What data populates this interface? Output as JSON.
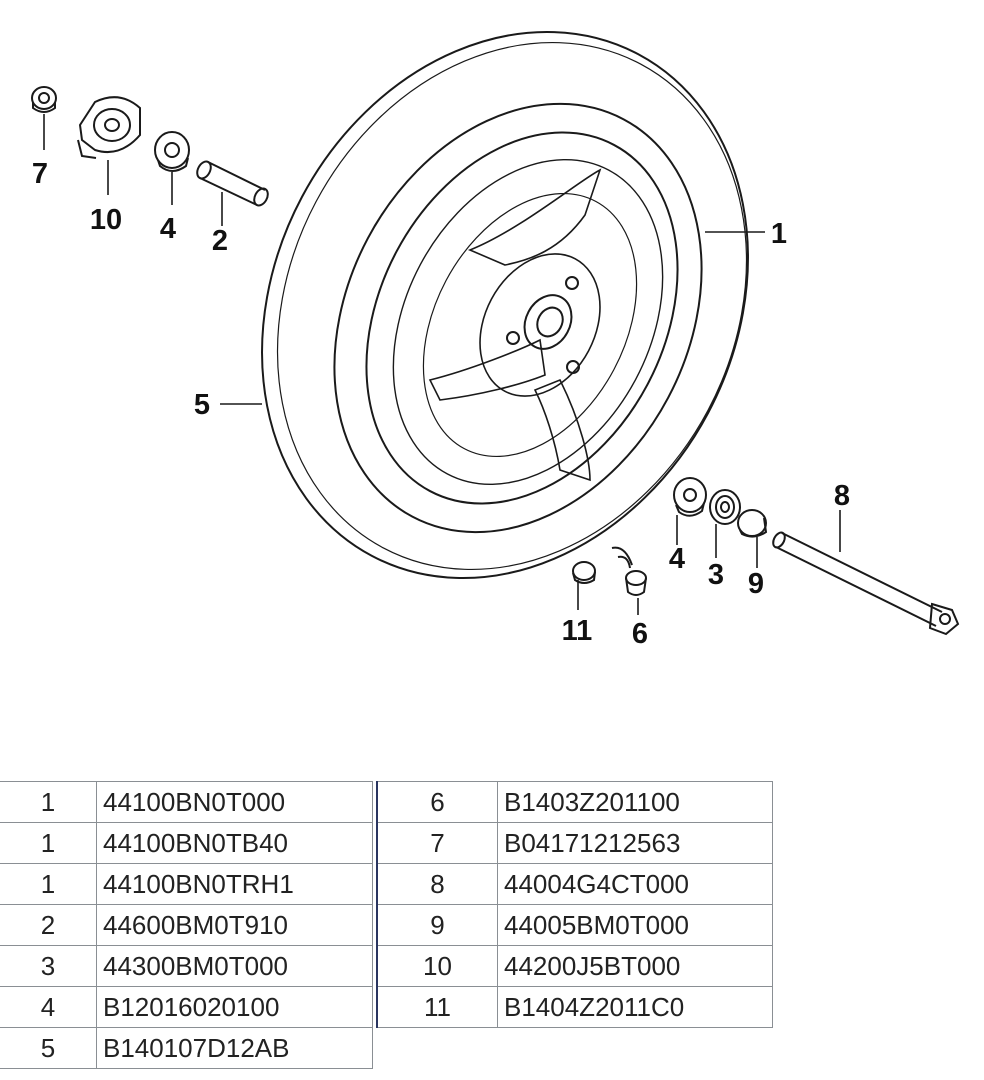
{
  "diagram": {
    "callouts": [
      {
        "label": "1"
      },
      {
        "label": "2"
      },
      {
        "label": "3"
      },
      {
        "label": "4"
      },
      {
        "label": "4"
      },
      {
        "label": "5"
      },
      {
        "label": "6"
      },
      {
        "label": "7"
      },
      {
        "label": "8"
      },
      {
        "label": "9"
      },
      {
        "label": "10"
      },
      {
        "label": "11"
      }
    ]
  },
  "parts_table": {
    "left": [
      {
        "no": "1",
        "part": "44100BN0T000"
      },
      {
        "no": "1",
        "part": "44100BN0TB40"
      },
      {
        "no": "1",
        "part": "44100BN0TRH1"
      },
      {
        "no": "2",
        "part": "44600BM0T910"
      },
      {
        "no": "3",
        "part": "44300BM0T000"
      },
      {
        "no": "4",
        "part": "B12016020100"
      },
      {
        "no": "5",
        "part": "B140107D12AB"
      }
    ],
    "right": [
      {
        "no": "6",
        "part": "B1403Z201100"
      },
      {
        "no": "7",
        "part": "B04171212563"
      },
      {
        "no": "8",
        "part": "44004G4CT000"
      },
      {
        "no": "9",
        "part": "44005BM0T000"
      },
      {
        "no": "10",
        "part": "44200J5BT000"
      },
      {
        "no": "11",
        "part": "B1404Z2011C0"
      }
    ]
  }
}
